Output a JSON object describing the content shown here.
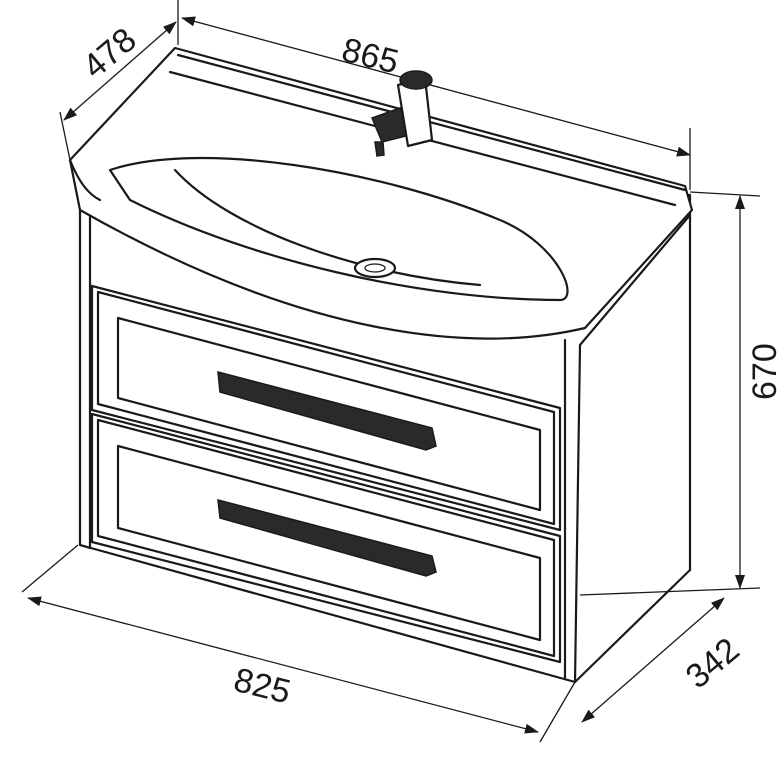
{
  "dimensions": {
    "width_top": "865",
    "depth_top": "478",
    "height": "670",
    "depth_bottom": "342",
    "width_bottom": "825"
  }
}
